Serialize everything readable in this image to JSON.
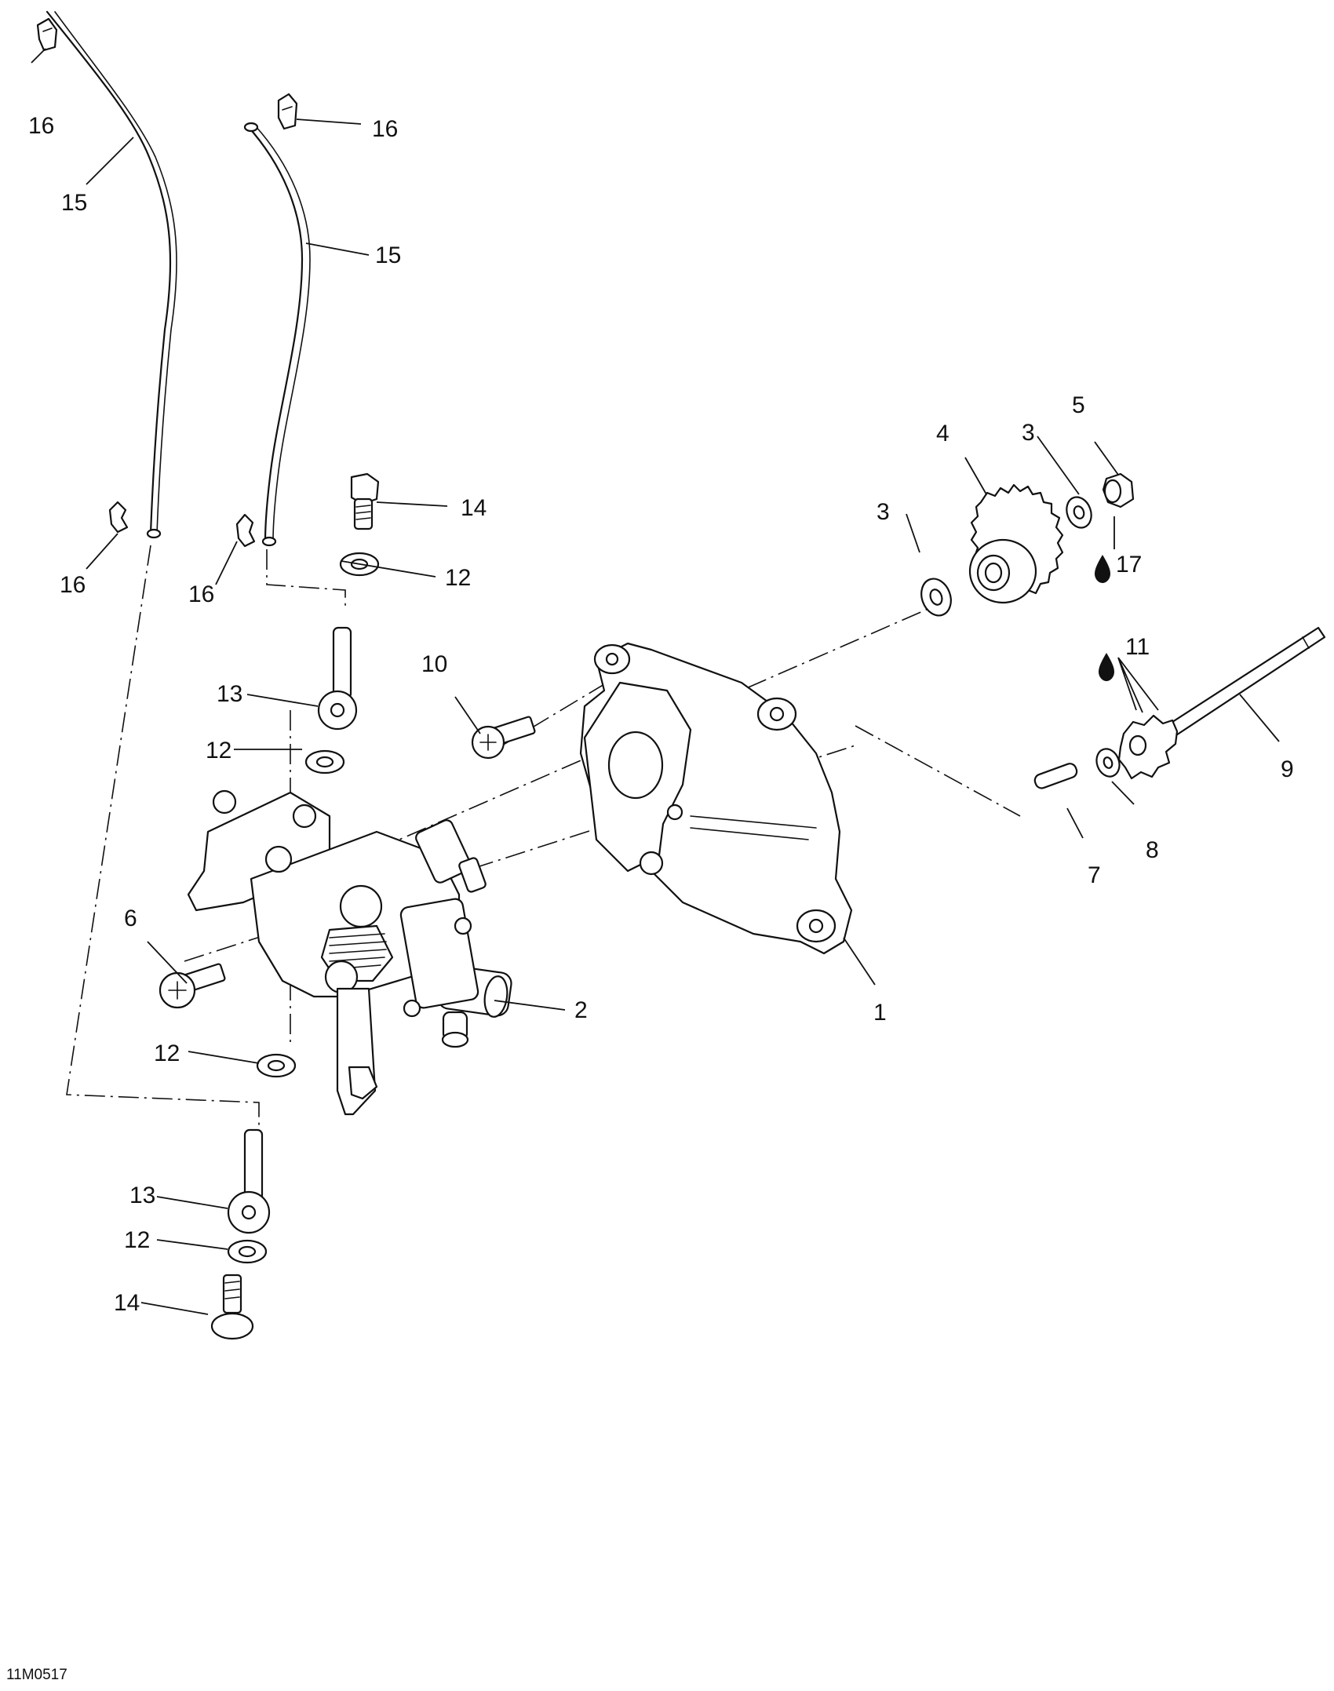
{
  "figure_code": "11M0517",
  "callouts": [
    {
      "text": "1"
    },
    {
      "text": "2"
    },
    {
      "text": "3"
    },
    {
      "text": "3"
    },
    {
      "text": "4"
    },
    {
      "text": "5"
    },
    {
      "text": "6"
    },
    {
      "text": "7"
    },
    {
      "text": "8"
    },
    {
      "text": "9"
    },
    {
      "text": "10"
    },
    {
      "text": "11"
    },
    {
      "text": "12"
    },
    {
      "text": "12"
    },
    {
      "text": "12"
    },
    {
      "text": "12"
    },
    {
      "text": "13"
    },
    {
      "text": "13"
    },
    {
      "text": "14"
    },
    {
      "text": "14"
    },
    {
      "text": "15"
    },
    {
      "text": "15"
    },
    {
      "text": "16"
    },
    {
      "text": "16"
    },
    {
      "text": "16"
    },
    {
      "text": "16"
    },
    {
      "text": "17"
    }
  ],
  "lubricant_icon": "oil-drop-icon"
}
